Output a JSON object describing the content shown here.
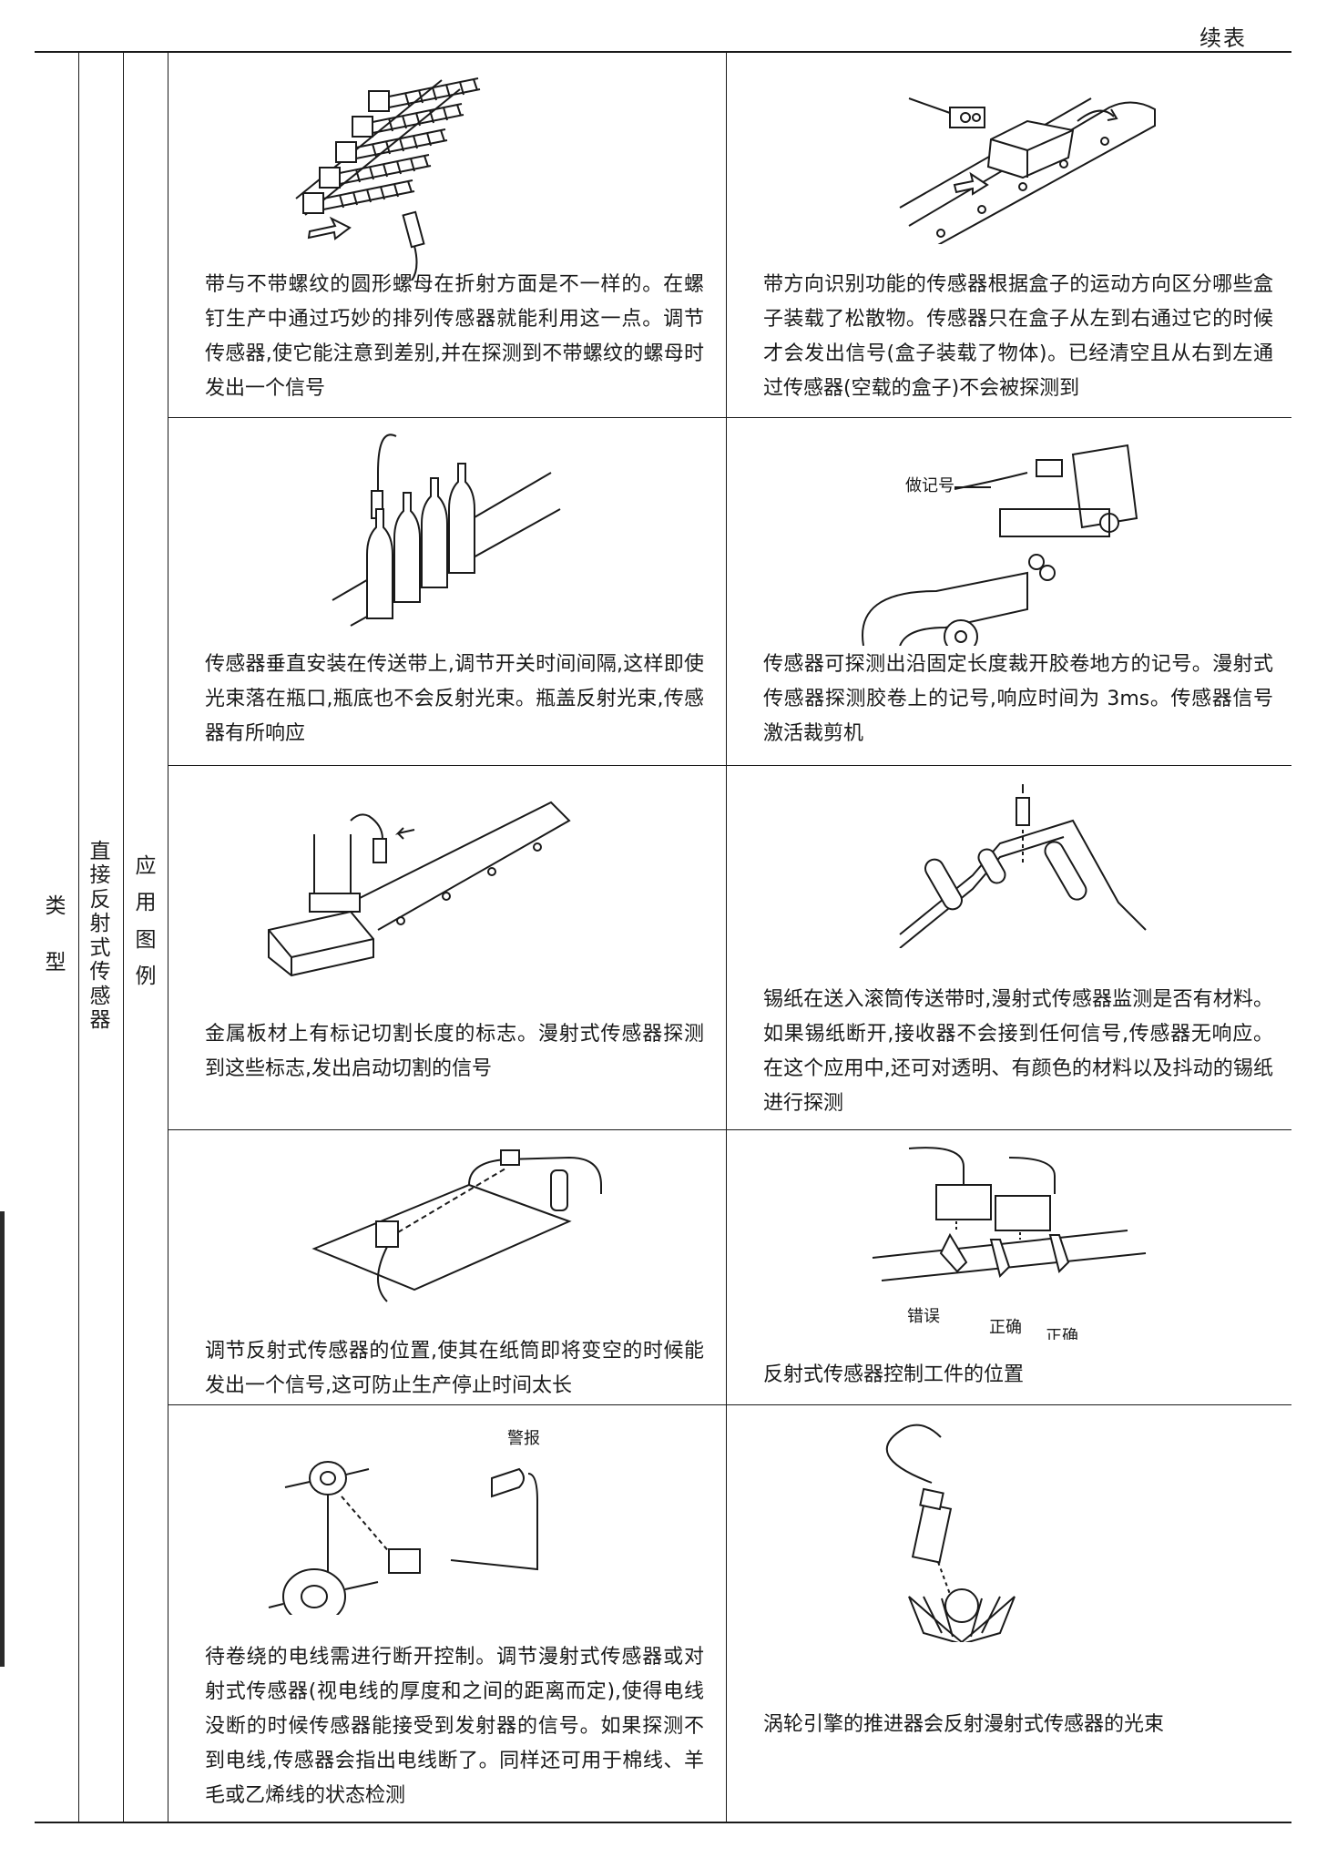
{
  "header": {
    "continued_label": "续表"
  },
  "side_labels": {
    "type_chars": [
      "类",
      "型"
    ],
    "sensor_chars": [
      "直",
      "接",
      "反",
      "射",
      "式",
      "传",
      "感",
      "器"
    ],
    "example_chars": [
      "应",
      "用",
      "图",
      "例"
    ]
  },
  "cells": [
    {
      "desc": "带与不带螺纹的圆形螺母在折射方面是不一样的。在螺钉生产中通过巧妙的排列传感器就能利用这一点。调节传感器,使它能注意到差别,并在探测到不带螺纹的螺母时发出一个信号",
      "icon": "screws-conveyor-illustration"
    },
    {
      "desc": "带方向识别功能的传感器根据盒子的运动方向区分哪些盒子装载了松散物。传感器只在盒子从左到右通过它的时候才会发出信号(盒子装载了物体)。已经清空且从右到左通过传感器(空载的盒子)不会被探测到",
      "icon": "box-conveyor-illustration"
    },
    {
      "desc": "传感器垂直安装在传送带上,调节开关时间间隔,这样即使光束落在瓶口,瓶底也不会反射光束。瓶盖反射光束,传感器有所响应",
      "icon": "bottles-illustration"
    },
    {
      "desc": "传感器可探测出沿固定长度裁开胶卷地方的记号。漫射式传感器探测胶卷上的记号,响应时间为 3ms。传感器信号激活裁剪机",
      "icon": "film-roll-illustration",
      "label": "做记号"
    },
    {
      "desc": "金属板材上有标记切割长度的标志。漫射式传感器探测到这些标志,发出启动切割的信号",
      "icon": "sheet-metal-cutter-illustration"
    },
    {
      "desc": "锡纸在送入滚筒传送带时,漫射式传感器监测是否有材料。如果锡纸断开,接收器不会接到任何信号,传感器无响应。在这个应用中,还可对透明、有颜色的材料以及抖动的锡纸进行探测",
      "icon": "foil-rollers-illustration"
    },
    {
      "desc": "调节反射式传感器的位置,使其在纸筒即将变空的时候能发出一个信号,这可防止生产停止时间太长",
      "icon": "paper-roll-illustration"
    },
    {
      "desc": "反射式传感器控制工件的位置",
      "icon": "workpiece-position-illustration",
      "labels": [
        "错误",
        "正确",
        "正确"
      ]
    },
    {
      "desc": "待卷绕的电线需进行断开控制。调节漫射式传感器或对射式传感器(视电线的厚度和之间的距离而定),使得电线没断的时候传感器能接受到发射器的信号。如果探测不到电线,传感器会指出电线断了。同样还可用于棉线、羊毛或乙烯线的状态检测",
      "icon": "wire-spool-illustration",
      "label": "警报"
    },
    {
      "desc": "涡轮引擎的推进器会反射漫射式传感器的光束",
      "icon": "turbine-illustration"
    }
  ]
}
